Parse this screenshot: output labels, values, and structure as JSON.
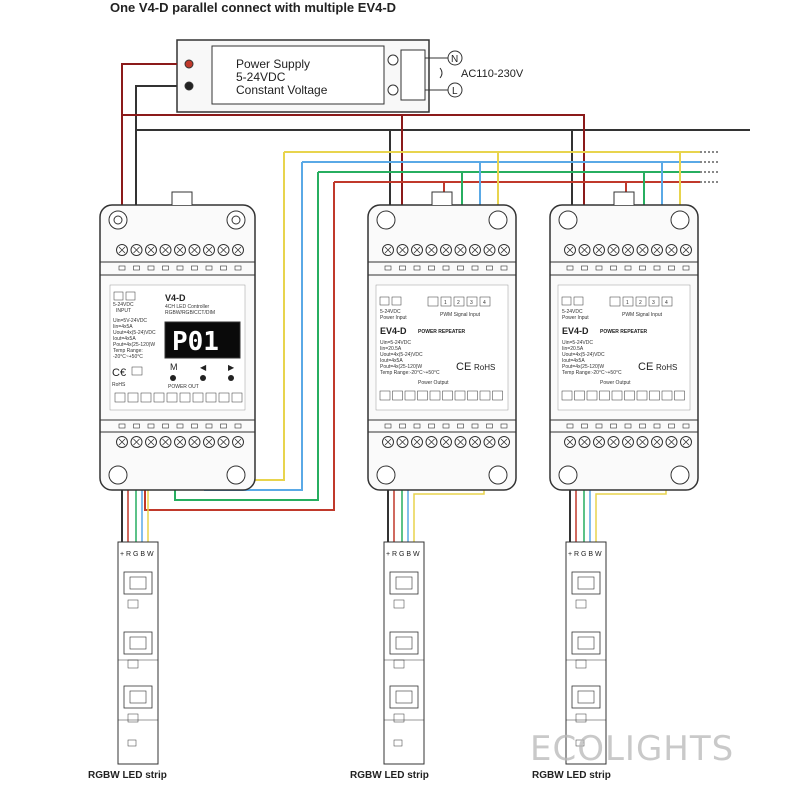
{
  "title": "One V4-D parallel connect with multiple EV4-D",
  "power_supply": {
    "line1": "Power Supply",
    "line2": "5-24VDC",
    "line3": "Constant Voltage",
    "terminal_n": "N",
    "terminal_l": "L",
    "ac_label": "AC110-230V"
  },
  "v4d": {
    "model": "V4-D",
    "subtitle": "4CH LED Controller",
    "subtitle2": "RGBW/RGB/CCT/DIM",
    "display": "P01",
    "m_label": "M",
    "input_label": "5-24VDC",
    "input_label2": "INPUT",
    "specs": [
      "Uin=5V-24VDC",
      "Iin=4x5A",
      "Uout=4x(5-24)VDC",
      "Iout=4x5A",
      "Pout=4x(25-120)W",
      "Temp Range:",
      "-20°C~+50°C"
    ],
    "output_label": "POWER OUT",
    "rohs": "RoHS"
  },
  "ev4d": {
    "model": "EV4-D",
    "subtitle": "POWER REPEATER",
    "power_input": "Power Input",
    "pwm_input": "PWM Signal Input",
    "voltage": "5-24VDC",
    "specs": [
      "Uin=5-24VDC",
      "Iin=20.5A",
      "Uout=4x(5-24)VDC",
      "Iout=4x5A",
      "Pout=4x(25-120)W",
      "Temp Range:-20°C~+50°C"
    ],
    "power_output": "Power Output",
    "pwm_channels": [
      "1",
      "2",
      "3",
      "4"
    ],
    "ce": "CE",
    "rohs": "RoHS"
  },
  "strip": {
    "label": "RGBW LED strip",
    "pins": "+ R G B W"
  },
  "watermark": "ECOLIGHTS",
  "colors": {
    "red_wire": "#c0392b",
    "green_wire": "#27ae60",
    "blue_wire": "#5aa9e6",
    "yellow_wire": "#e8d44d",
    "black_wire": "#333333",
    "dc_red": "#8b1a1a",
    "brand_blue": "#1e5aa8",
    "display_red": "#e8e8ff"
  }
}
